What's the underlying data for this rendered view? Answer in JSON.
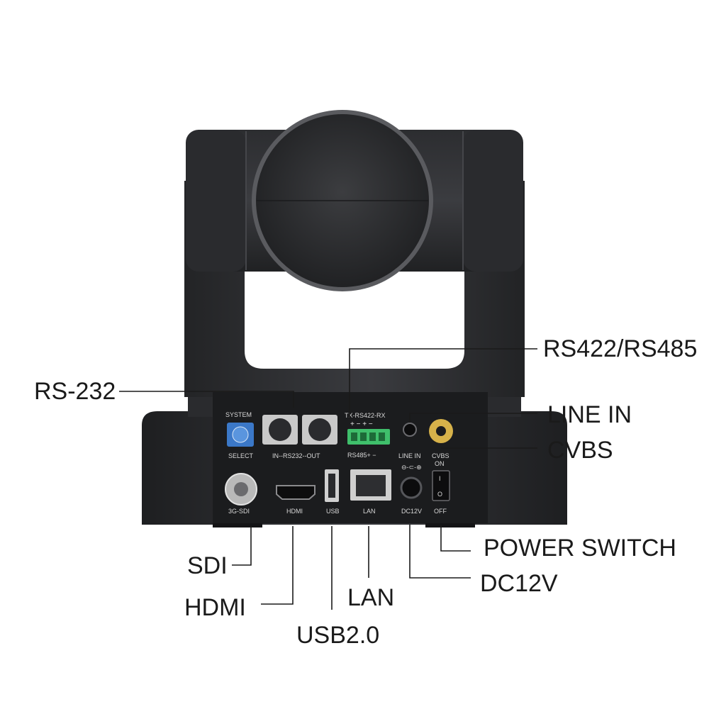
{
  "callouts": {
    "rs422_rs485": "RS422/RS485",
    "rs232": "RS-232",
    "line_in": "LINE IN",
    "cvbs": "CVBS",
    "power_switch": "POWER SWITCH",
    "dc12v": "DC12V",
    "sdi": "SDI",
    "hdmi": "HDMI",
    "lan": "LAN",
    "usb": "USB2.0"
  },
  "panel_labels": {
    "system": "SYSTEM",
    "select": "SELECT",
    "rs232_ports": "IN--RS232--OUT",
    "tx_rs422_rx": "TX-RS422-RX",
    "terminal_polarity": "+ − + −",
    "rs485": "RS485+ −",
    "line_in": "LINE IN",
    "cvbs": "CVBS",
    "on": "ON",
    "off": "OFF",
    "sdi": "3G-SDI",
    "hdmi": "HDMI",
    "usb": "USB",
    "lan": "LAN",
    "dc12v": "DC12V",
    "switch_on_mark": "I",
    "switch_off_mark": "O"
  },
  "colors": {
    "body": "#2b2c2e",
    "body_dark": "#1f2022",
    "panel": "#1b1c1e",
    "connector_metal": "#c9c9c9",
    "terminal_green": "#3fbf6b",
    "dial_blue": "#3b78c8",
    "rca_gold": "#d7b24a",
    "callout_text": "#1a1a1a"
  }
}
